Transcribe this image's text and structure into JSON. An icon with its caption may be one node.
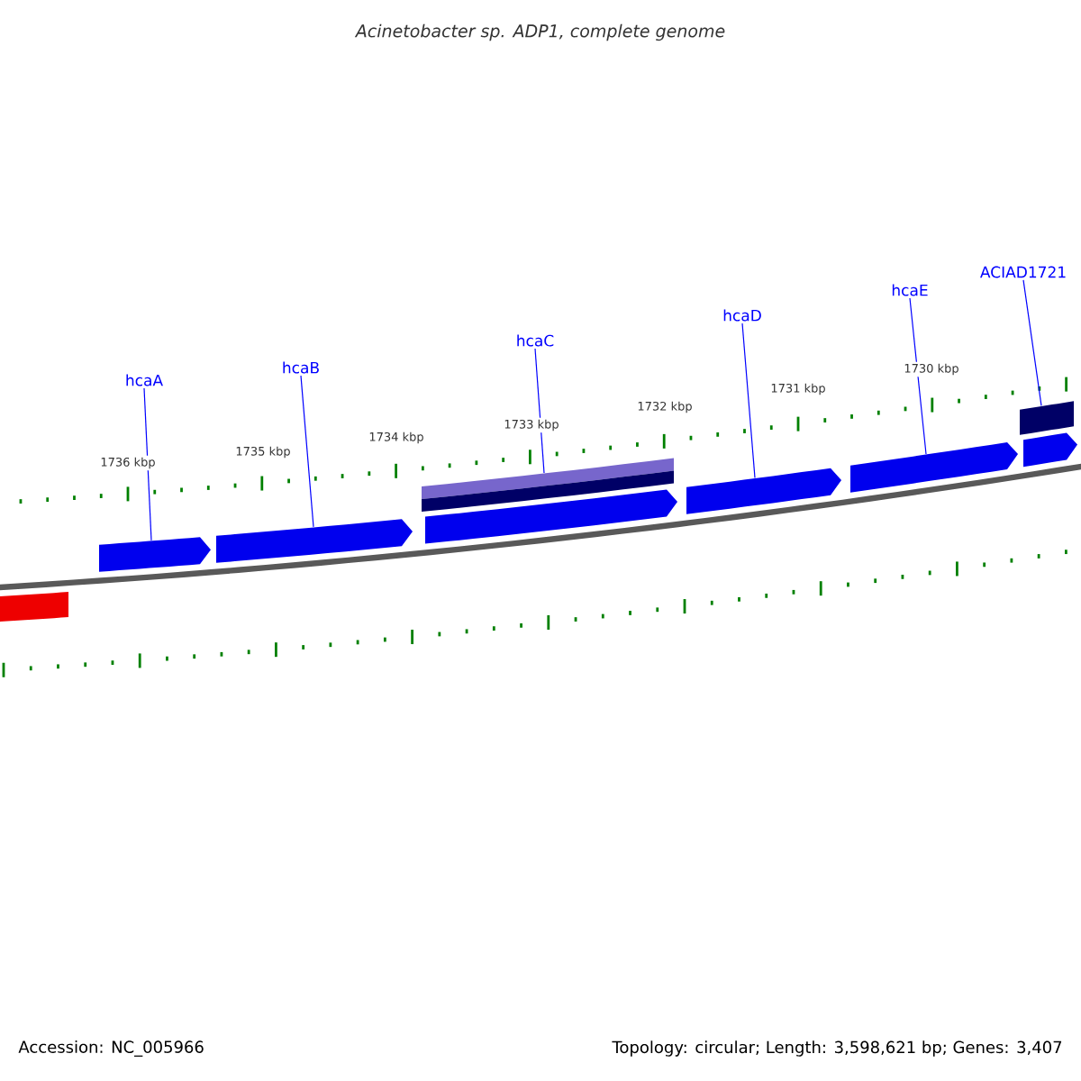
{
  "diagram": {
    "title": "Acinetobacter sp. ADP1, complete genome",
    "nodes": [
      {
        "text": [
          "hcaA"
        ]
      },
      {
        "text": [
          "hcaB"
        ]
      },
      {
        "text": [
          "hcaC"
        ]
      },
      {
        "text": [
          "hcaD"
        ]
      },
      {
        "text": [
          "hcaE"
        ]
      },
      {
        "text": [
          "ACIAD1721"
        ]
      },
      {
        "text": [],
        "shape": "bar"
      },
      {
        "text": [],
        "shape": "bar"
      },
      {
        "text": [],
        "shape": "bar"
      },
      {
        "text": [],
        "shape": "bar"
      },
      {
        "text": [],
        "shape": "bar"
      },
      {
        "text": [],
        "shape": "bar"
      },
      {
        "text": [],
        "shape": "bar"
      },
      {
        "text": [],
        "shape": "bar"
      },
      {
        "text": [],
        "shape": "bar"
      }
    ],
    "edges": [
      {
        "from": 0,
        "to": 7,
        "arrow": "none"
      },
      {
        "from": 1,
        "to": 8,
        "arrow": "none"
      },
      {
        "from": 2,
        "to": 9,
        "arrow": "none"
      },
      {
        "from": 3,
        "to": 11,
        "arrow": "none"
      },
      {
        "from": 4,
        "to": 12,
        "arrow": "none"
      },
      {
        "from": 5,
        "to": 13,
        "arrow": "none"
      }
    ],
    "labels": [
      "1736 kbp",
      "1735 kbp",
      "1734 kbp",
      "1733 kbp",
      "1732 kbp",
      "1731 kbp",
      "1730 kbp",
      "Accession: NC_005966",
      "Topology: circular; Length: 3,598,621 bp; Genes: 3,407"
    ]
  }
}
